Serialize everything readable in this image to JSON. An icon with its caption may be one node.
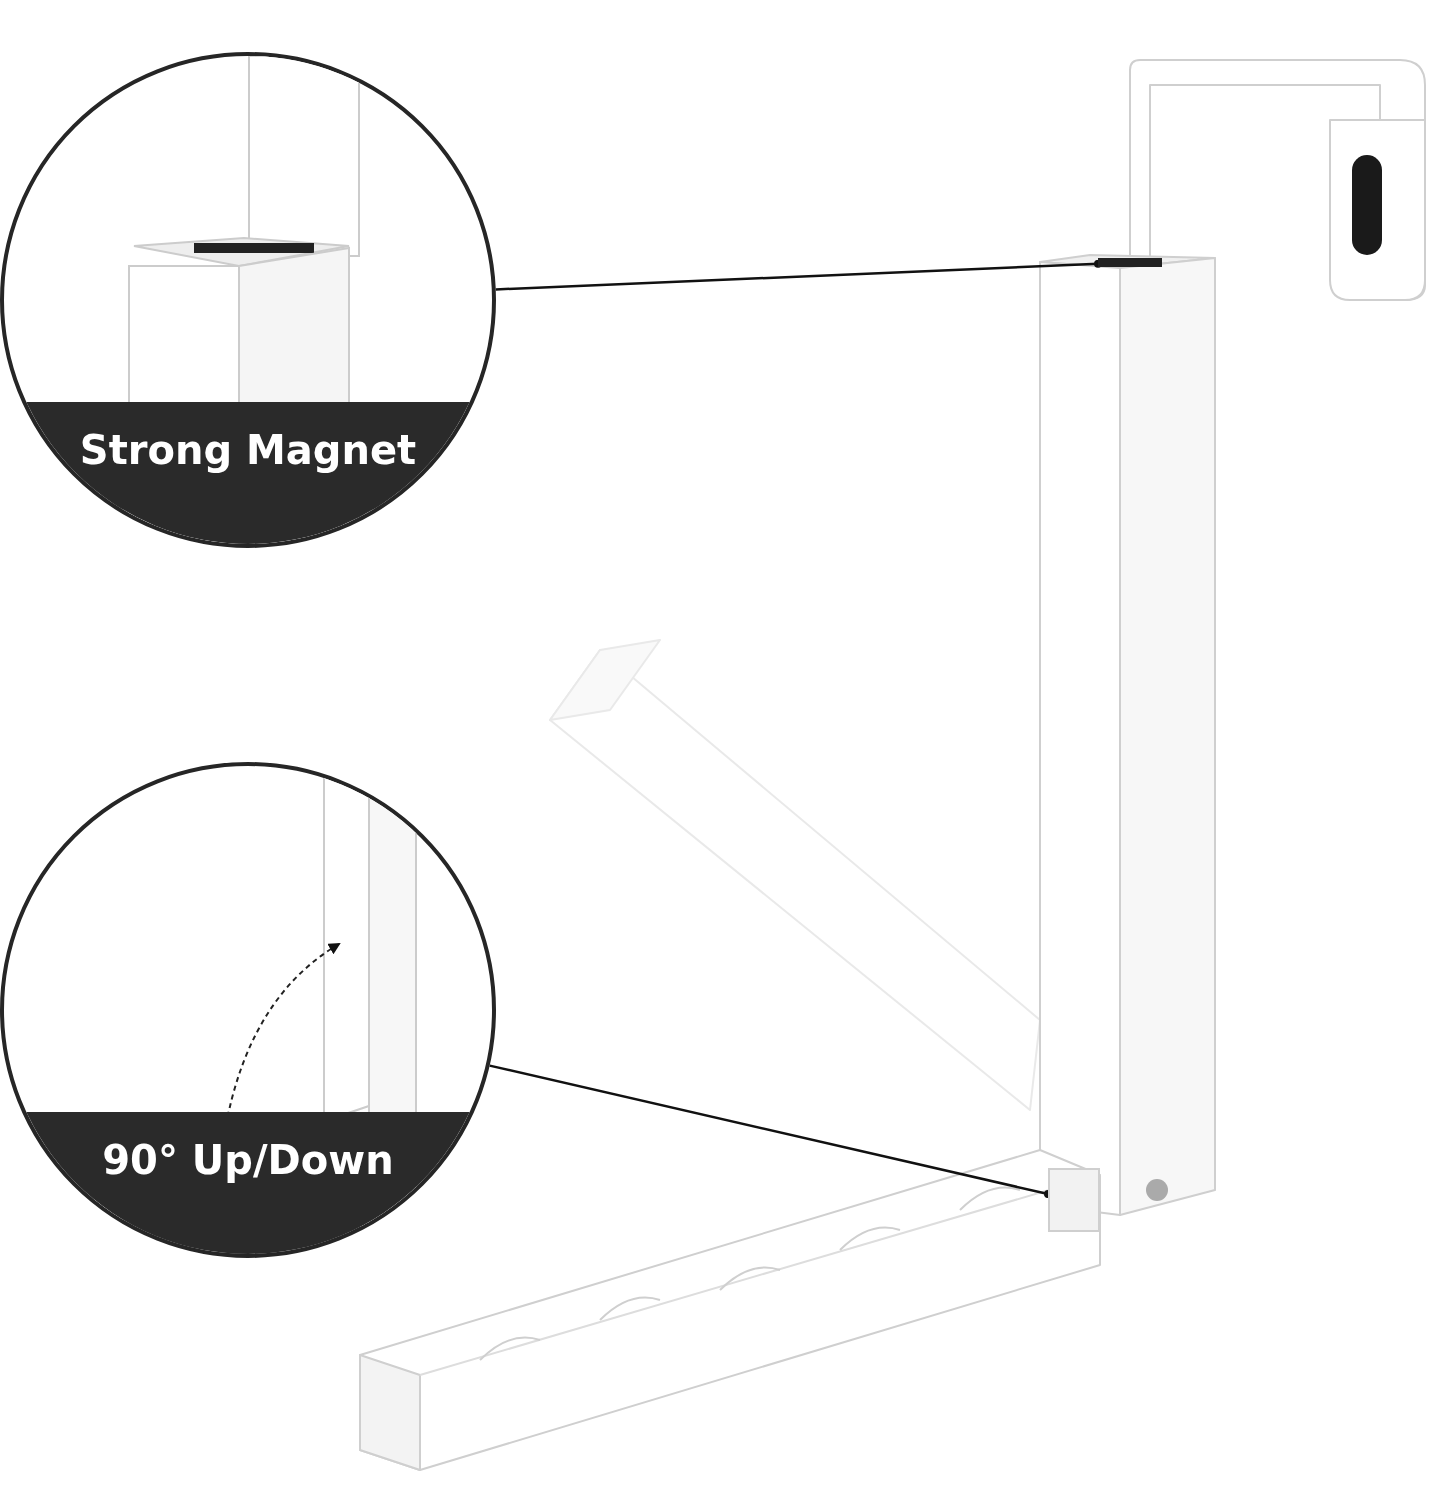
{
  "diagram": {
    "nodes": [
      {
        "text": [
          "Strong Magnet"
        ]
      },
      {
        "text": [
          "90° Up/Down"
        ]
      },
      {
        "text": [],
        "shape": "bar"
      },
      {
        "text": [],
        "shape": "box"
      }
    ],
    "edges": [
      {
        "from": 0,
        "to": 2,
        "arrow": "other"
      },
      {
        "from": 1,
        "to": 3,
        "arrow": "other"
      }
    ]
  }
}
